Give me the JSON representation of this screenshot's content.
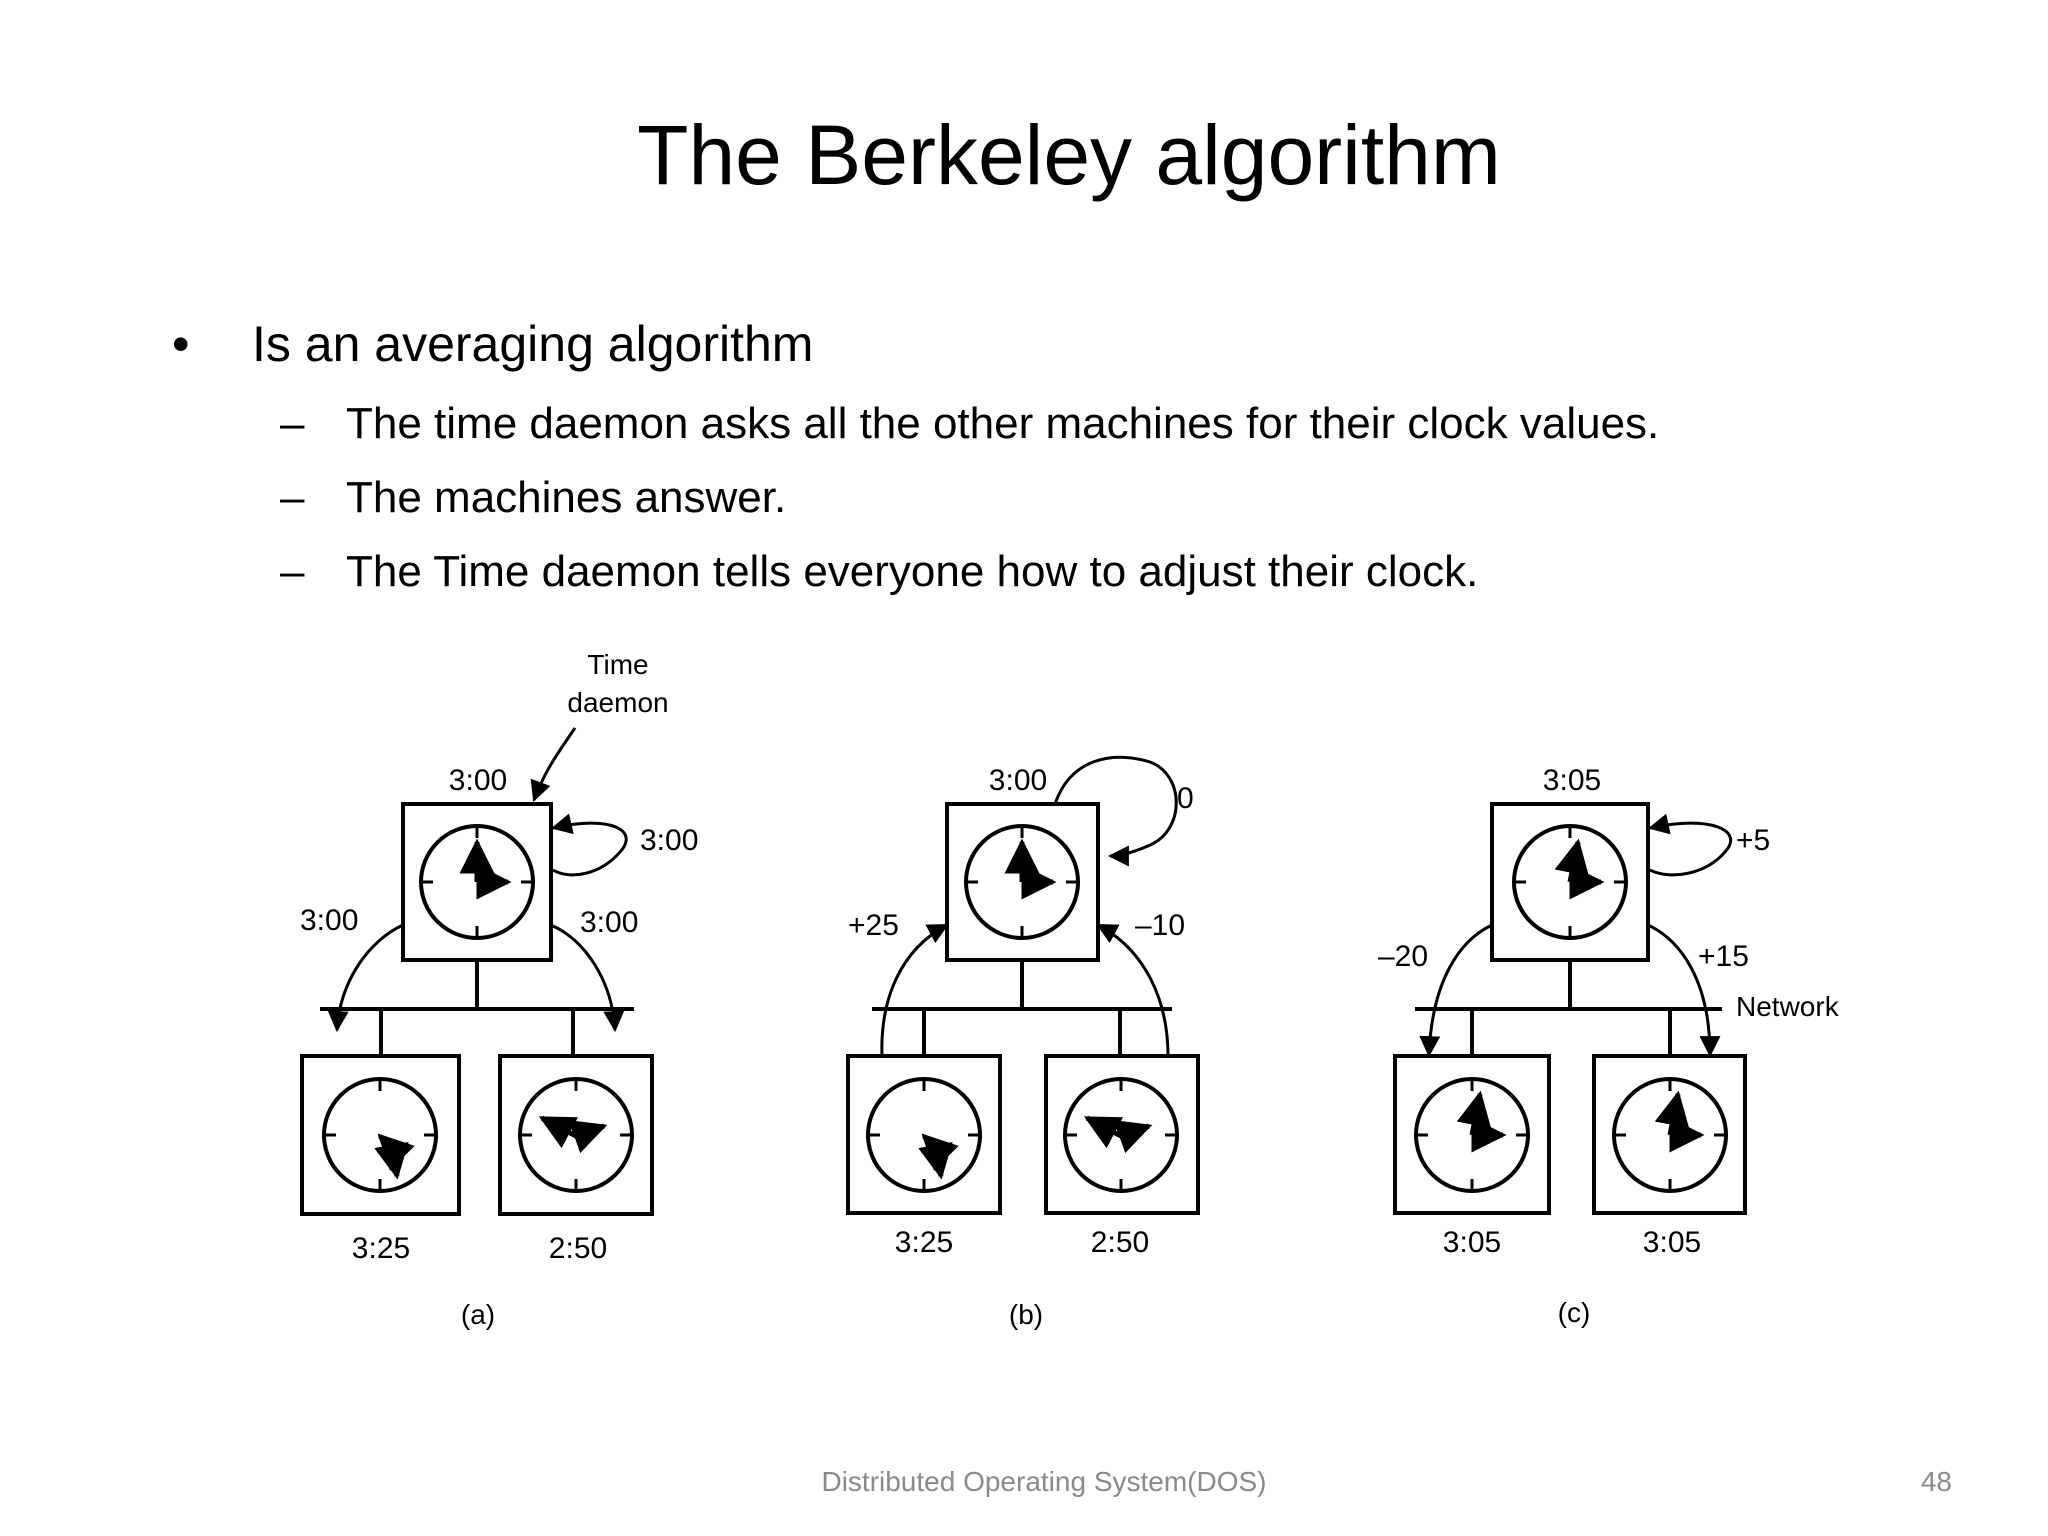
{
  "slide": {
    "title": "The Berkeley algorithm",
    "bullet": {
      "marker": "•",
      "text": "Is an averaging algorithm"
    },
    "sub_bullets": [
      {
        "marker": "–",
        "text": "The time daemon asks all the other machines for their clock values."
      },
      {
        "marker": "–",
        "text": "The machines answer."
      },
      {
        "marker": "–",
        "text": "The Time daemon tells everyone how to adjust their clock."
      }
    ],
    "footer": "Distributed Operating System(DOS)",
    "page_number": "48"
  },
  "diagram": {
    "daemon_label_line1": "Time",
    "daemon_label_line2": "daemon",
    "network_label": "Network",
    "panels": [
      {
        "caption": "(a)",
        "daemon_time": "3:00",
        "self_label": "3:00",
        "left_label": "3:00",
        "right_label": "3:00",
        "left_time": "3:25",
        "right_time": "2:50"
      },
      {
        "caption": "(b)",
        "daemon_time": "3:00",
        "self_label": "0",
        "left_label": "+25",
        "right_label": "–10",
        "left_time": "3:25",
        "right_time": "2:50"
      },
      {
        "caption": "(c)",
        "daemon_time": "3:05",
        "self_label": "+5",
        "left_label": "–20",
        "right_label": "+15",
        "left_time": "3:05",
        "right_time": "3:05"
      }
    ]
  }
}
